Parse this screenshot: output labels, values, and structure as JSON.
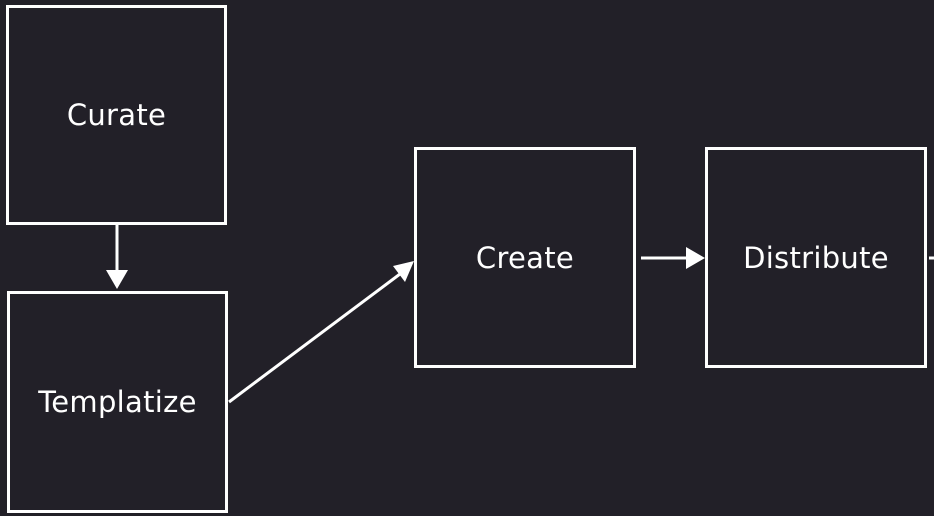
{
  "diagram": {
    "colors": {
      "background": "#222028",
      "stroke": "#ffffff",
      "text": "#ffffff"
    },
    "nodes": [
      {
        "id": "curate",
        "label": "Curate"
      },
      {
        "id": "templatize",
        "label": "Templatize"
      },
      {
        "id": "create",
        "label": "Create"
      },
      {
        "id": "distribute",
        "label": "Distribute"
      }
    ],
    "edges": [
      {
        "from": "curate",
        "to": "templatize"
      },
      {
        "from": "templatize",
        "to": "create"
      },
      {
        "from": "create",
        "to": "distribute"
      },
      {
        "from": "distribute",
        "to": ""
      }
    ]
  }
}
